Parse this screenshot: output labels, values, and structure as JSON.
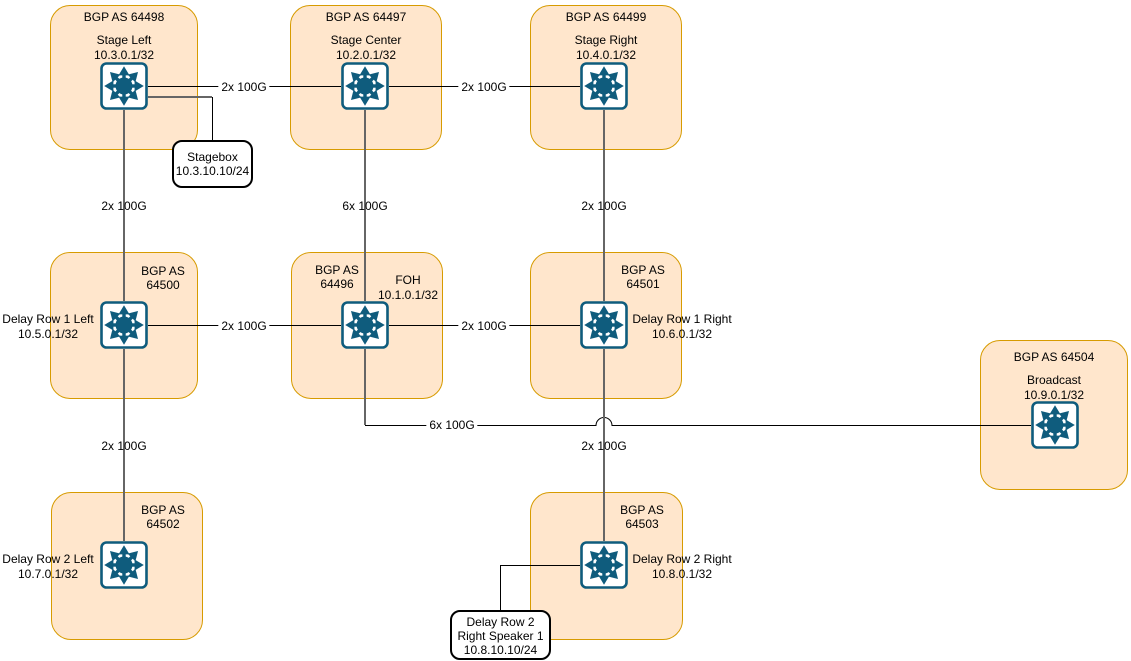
{
  "diagram_title": "BGP network diagram",
  "colors": {
    "group_fill": "#ffe6cc",
    "group_stroke": "#d79b00",
    "router_blue": "#0f5c7d",
    "trunk_gray": "#666666",
    "link_black": "#000000",
    "endpoint_fill": "#ffffff",
    "endpoint_stroke": "#000000",
    "canvas_bg": "#ffffff",
    "text_color": "#000000"
  },
  "icons": {
    "router": "eight-direction-arrows-switch"
  },
  "groups": {
    "stage_left": {
      "as": "BGP AS 64498",
      "name": "Stage Left",
      "ip": "10.3.0.1/32"
    },
    "stage_center": {
      "as": "BGP AS 64497",
      "name": "Stage Center",
      "ip": "10.2.0.1/32"
    },
    "stage_right": {
      "as": "BGP AS 64499",
      "name": "Stage Right",
      "ip": "10.4.0.1/32"
    },
    "foh": {
      "as": "BGP AS 64496",
      "name": "FOH",
      "ip": "10.1.0.1/32"
    },
    "delay_row_1_left": {
      "as": "BGP AS 64500",
      "name": "Delay Row 1 Left",
      "ip": "10.5.0.1/32"
    },
    "delay_row_1_right": {
      "as": "BGP AS 64501",
      "name": "Delay Row 1 Right",
      "ip": "10.6.0.1/32"
    },
    "delay_row_2_left": {
      "as": "BGP AS 64502",
      "name": "Delay Row 2 Left",
      "ip": "10.7.0.1/32"
    },
    "delay_row_2_right": {
      "as": "BGP AS 64503",
      "name": "Delay Row 2 Right",
      "ip": "10.8.0.1/32"
    },
    "broadcast": {
      "as": "BGP AS 64504",
      "name": "Broadcast",
      "ip": "10.9.0.1/32"
    }
  },
  "endpoints": {
    "stagebox": {
      "line1": "Stagebox",
      "line2": "10.3.10.10/24"
    },
    "speaker": {
      "line1": "Delay Row 2",
      "line2": "Right Speaker 1",
      "line3": "10.8.10.10/24"
    }
  },
  "links": {
    "stage_left_to_stage_center": "2x 100G",
    "stage_center_to_stage_right": "2x 100G",
    "stage_left_to_delay_row_1_left": "2x 100G",
    "stage_center_to_foh": "6x 100G",
    "stage_right_to_delay_row_1_right": "2x 100G",
    "delay_row_1_left_to_foh": "2x 100G",
    "foh_to_delay_row_1_right": "2x 100G",
    "foh_to_broadcast": "6x 100G",
    "delay_row_1_left_to_delay_row_2_left": "2x 100G",
    "delay_row_1_right_to_delay_row_2_right": "2x 100G"
  }
}
